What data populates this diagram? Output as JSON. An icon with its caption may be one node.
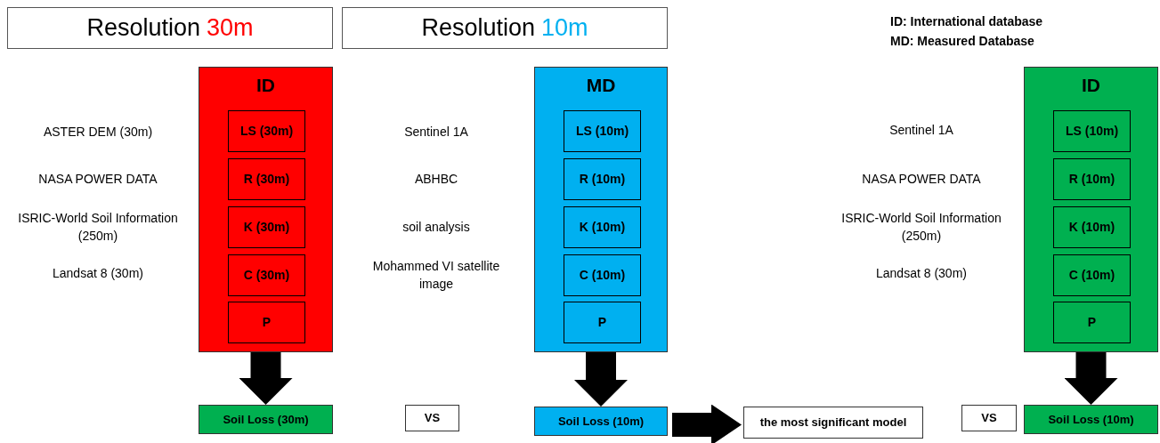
{
  "diagram": {
    "nodes": [
      {
        "text": [
          "Resolution",
          "30m"
        ]
      },
      {
        "text": [
          "Resolution",
          "10m"
        ]
      },
      {
        "text": [
          "ID"
        ]
      },
      {
        "text": [
          "LS (30m)"
        ],
        "in": 2
      },
      {
        "text": [
          "R (30m)"
        ],
        "in": 2
      },
      {
        "text": [
          "K (30m)"
        ],
        "in": 2
      },
      {
        "text": [
          "C (30m)"
        ],
        "in": 2
      },
      {
        "text": [
          "P"
        ],
        "in": 2
      },
      {
        "text": [
          "MD"
        ]
      },
      {
        "text": [
          "LS (10m)"
        ],
        "in": 8
      },
      {
        "text": [
          "R (10m)"
        ],
        "in": 8
      },
      {
        "text": [
          "K (10m)"
        ],
        "in": 8
      },
      {
        "text": [
          "C (10m)"
        ],
        "in": 8
      },
      {
        "text": [
          "P"
        ],
        "in": 8
      },
      {
        "text": [
          "ID"
        ]
      },
      {
        "text": [
          "LS (10m)"
        ],
        "in": 14
      },
      {
        "text": [
          "R (10m)"
        ],
        "in": 14
      },
      {
        "text": [
          "K (10m)"
        ],
        "in": 14
      },
      {
        "text": [
          "C (10m)"
        ],
        "in": 14
      },
      {
        "text": [
          "P"
        ],
        "in": 14
      },
      {
        "text": [
          "Soil Loss (30m)"
        ]
      },
      {
        "text": [
          "VS"
        ]
      },
      {
        "text": [
          "Soil Loss (10m)"
        ]
      },
      {
        "text": [
          "the most significant model"
        ]
      },
      {
        "text": [
          "VS"
        ]
      },
      {
        "text": [
          "Soil Loss (10m)"
        ]
      }
    ],
    "edges": [
      {
        "from": 2,
        "to": 20,
        "arrow": "to"
      },
      {
        "from": 8,
        "to": 22,
        "arrow": "to"
      },
      {
        "from": 14,
        "to": 25,
        "arrow": "to"
      },
      {
        "from": 22,
        "to": 23,
        "arrow": "to"
      }
    ],
    "labels": [
      "ID: International database",
      "MD: Measured Database",
      "ASTER DEM (30m)",
      "NASA POWER DATA",
      "ISRIC-World Soil Information (250m)",
      "Landsat 8 (30m)",
      "Sentinel 1A",
      "ABHBC",
      "soil analysis",
      "Mohammed VI satellite image",
      "Sentinel 1A",
      "NASA POWER DATA",
      "ISRIC-World Soil Information (250m)",
      "Landsat 8 (30m)"
    ]
  }
}
